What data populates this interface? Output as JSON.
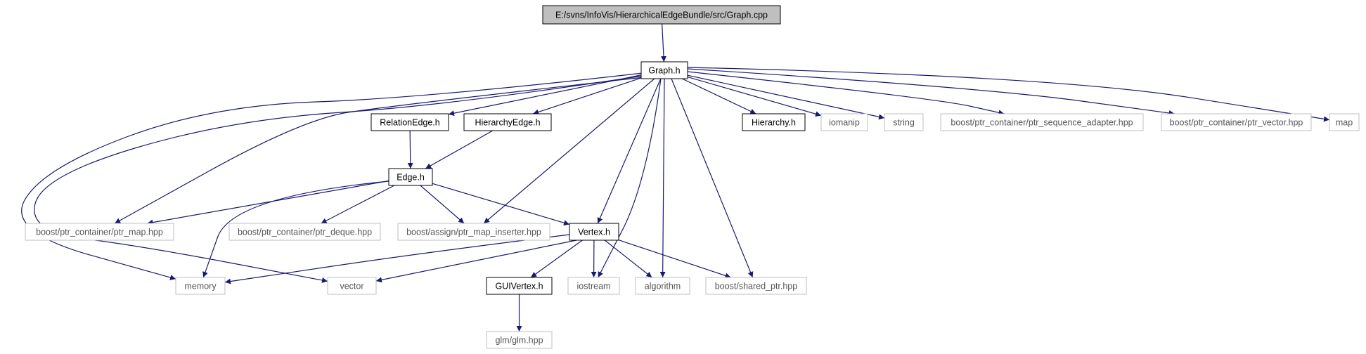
{
  "diagram": {
    "colors": {
      "edge": "#191970",
      "source_fill": "#bfbfbf",
      "project_border": "#000000",
      "external_border": "#bfbfbf",
      "background": "#ffffff"
    },
    "nodes": [
      {
        "id": "graph_cpp",
        "label": "E:/svns/InfoVis/HierarchicalEdgeBundle/src/Graph.cpp",
        "kind": "source"
      },
      {
        "id": "graph_h",
        "label": "Graph.h",
        "kind": "project"
      },
      {
        "id": "relationedge_h",
        "label": "RelationEdge.h",
        "kind": "project"
      },
      {
        "id": "hierarchyedge_h",
        "label": "HierarchyEdge.h",
        "kind": "project"
      },
      {
        "id": "hierarchy_h",
        "label": "Hierarchy.h",
        "kind": "project"
      },
      {
        "id": "iomanip",
        "label": "iomanip",
        "kind": "external"
      },
      {
        "id": "string",
        "label": "string",
        "kind": "external"
      },
      {
        "id": "ptr_seq",
        "label": "boost/ptr_container/ptr_sequence_adapter.hpp",
        "kind": "external"
      },
      {
        "id": "ptr_vector",
        "label": "boost/ptr_container/ptr_vector.hpp",
        "kind": "external"
      },
      {
        "id": "map",
        "label": "map",
        "kind": "external"
      },
      {
        "id": "edge_h",
        "label": "Edge.h",
        "kind": "project"
      },
      {
        "id": "ptr_map",
        "label": "boost/ptr_container/ptr_map.hpp",
        "kind": "external"
      },
      {
        "id": "ptr_deque",
        "label": "boost/ptr_container/ptr_deque.hpp",
        "kind": "external"
      },
      {
        "id": "ptr_map_inserter",
        "label": "boost/assign/ptr_map_inserter.hpp",
        "kind": "external"
      },
      {
        "id": "vertex_h",
        "label": "Vertex.h",
        "kind": "project"
      },
      {
        "id": "memory",
        "label": "memory",
        "kind": "external"
      },
      {
        "id": "vector",
        "label": "vector",
        "kind": "external"
      },
      {
        "id": "guivertex_h",
        "label": "GUIVertex.h",
        "kind": "project"
      },
      {
        "id": "iostream",
        "label": "iostream",
        "kind": "external"
      },
      {
        "id": "algorithm",
        "label": "algorithm",
        "kind": "external"
      },
      {
        "id": "shared_ptr",
        "label": "boost/shared_ptr.hpp",
        "kind": "external"
      },
      {
        "id": "glm",
        "label": "glm/glm.hpp",
        "kind": "external"
      }
    ],
    "edges": [
      {
        "from": "graph_cpp",
        "to": "graph_h"
      },
      {
        "from": "graph_h",
        "to": "relationedge_h"
      },
      {
        "from": "graph_h",
        "to": "hierarchyedge_h"
      },
      {
        "from": "graph_h",
        "to": "hierarchy_h"
      },
      {
        "from": "graph_h",
        "to": "iomanip"
      },
      {
        "from": "graph_h",
        "to": "string"
      },
      {
        "from": "graph_h",
        "to": "ptr_seq"
      },
      {
        "from": "graph_h",
        "to": "ptr_vector"
      },
      {
        "from": "graph_h",
        "to": "map"
      },
      {
        "from": "graph_h",
        "to": "ptr_map"
      },
      {
        "from": "graph_h",
        "to": "ptr_map_inserter"
      },
      {
        "from": "graph_h",
        "to": "vertex_h"
      },
      {
        "from": "graph_h",
        "to": "memory"
      },
      {
        "from": "graph_h",
        "to": "vector"
      },
      {
        "from": "graph_h",
        "to": "iostream"
      },
      {
        "from": "graph_h",
        "to": "algorithm"
      },
      {
        "from": "graph_h",
        "to": "shared_ptr"
      },
      {
        "from": "relationedge_h",
        "to": "edge_h"
      },
      {
        "from": "hierarchyedge_h",
        "to": "edge_h"
      },
      {
        "from": "edge_h",
        "to": "ptr_map"
      },
      {
        "from": "edge_h",
        "to": "ptr_deque"
      },
      {
        "from": "edge_h",
        "to": "ptr_map_inserter"
      },
      {
        "from": "edge_h",
        "to": "vertex_h"
      },
      {
        "from": "edge_h",
        "to": "memory"
      },
      {
        "from": "vertex_h",
        "to": "memory"
      },
      {
        "from": "vertex_h",
        "to": "vector"
      },
      {
        "from": "vertex_h",
        "to": "guivertex_h"
      },
      {
        "from": "vertex_h",
        "to": "iostream"
      },
      {
        "from": "vertex_h",
        "to": "algorithm"
      },
      {
        "from": "vertex_h",
        "to": "shared_ptr"
      },
      {
        "from": "guivertex_h",
        "to": "glm"
      }
    ]
  }
}
